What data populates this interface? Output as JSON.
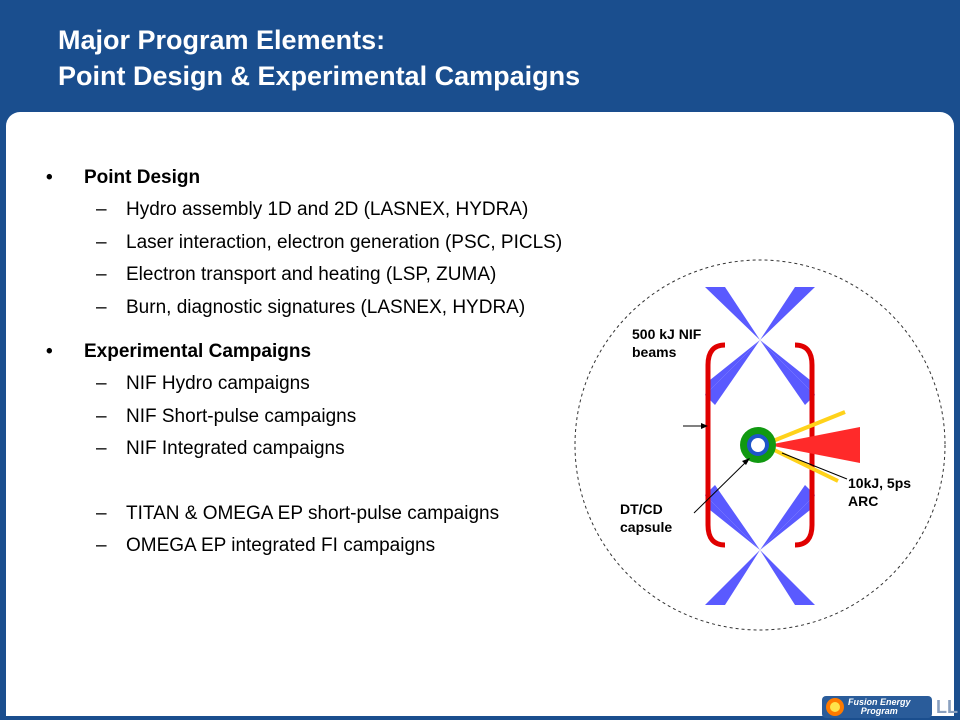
{
  "slide": {
    "title_line1": "Major Program Elements:",
    "title_line2": "Point Design & Experimental Campaigns"
  },
  "bullets": [
    {
      "label": "Point Design",
      "items": [
        "Hydro assembly 1D and 2D (LASNEX, HYDRA)",
        "Laser interaction, electron generation (PSC, PICLS)",
        "Electron transport and heating (LSP, ZUMA)",
        "Burn, diagnostic signatures (LASNEX, HYDRA)"
      ]
    },
    {
      "label": "Experimental Campaigns",
      "items": [
        "NIF Hydro campaigns",
        "NIF Short-pulse campaigns",
        "NIF Integrated campaigns",
        "TITAN & OMEGA EP short-pulse campaigns",
        "OMEGA EP integrated FI campaigns"
      ]
    }
  ],
  "bullet_glyph": "•",
  "dash_glyph": "–",
  "diagram": {
    "label_nif_line1": "500 kJ NIF",
    "label_nif_line2": "beams",
    "label_capsule_line1": "DT/CD",
    "label_capsule_line2": "capsule",
    "label_arc_line1": "10kJ, 5ps",
    "label_arc_line2": "ARC",
    "beam_color": "#5a5aff",
    "hohlraum_color": "#e00000",
    "arc_color": "#ff2a2a",
    "ray_color": "#ffd21a",
    "capsule_outer": "#119911",
    "capsule_inner": "#1e55c8"
  },
  "logo": {
    "line1": "Fusion Energy",
    "line2": "Program",
    "mark": "LL"
  },
  "colors": {
    "header": "#1a4e8e",
    "text": "#000000"
  }
}
